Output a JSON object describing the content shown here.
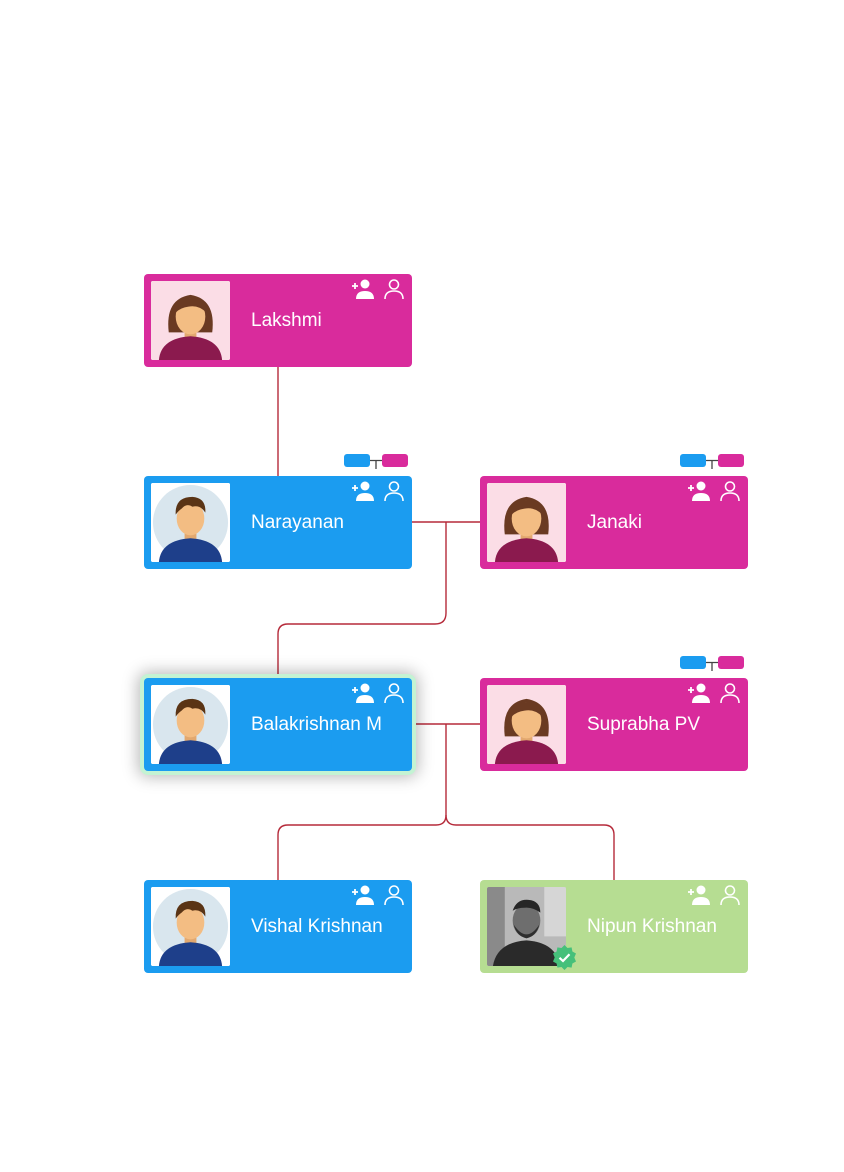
{
  "colors": {
    "female": "#d92b9c",
    "male": "#1b9cf0",
    "self": "#b6dd92",
    "link": "#b52a3a",
    "selected_glow": "#c4f3d3"
  },
  "members": {
    "lakshmi": {
      "name": "Lakshmi",
      "gender": "female",
      "avatar": "female-avatar-icon"
    },
    "narayanan": {
      "name": "Narayanan",
      "gender": "male",
      "avatar": "male-avatar-icon"
    },
    "janaki": {
      "name": "Janaki",
      "gender": "female",
      "avatar": "female-avatar-icon"
    },
    "balakrishnan": {
      "name": "Balakrishnan M",
      "gender": "male",
      "avatar": "male-avatar-icon",
      "selected": true
    },
    "suprabha": {
      "name": "Suprabha PV",
      "gender": "female",
      "avatar": "female-avatar-icon"
    },
    "vishal": {
      "name": "Vishal Krishnan",
      "gender": "male",
      "avatar": "male-avatar-icon"
    },
    "nipun": {
      "name": "Nipun Krishnan",
      "gender": "self",
      "avatar": "photo-avatar",
      "verified": true
    }
  },
  "icons": {
    "add": "add-person-icon",
    "profile": "person-outline-icon",
    "spouse_badge": "spouse-link-icon",
    "verified": "verified-check-icon"
  }
}
